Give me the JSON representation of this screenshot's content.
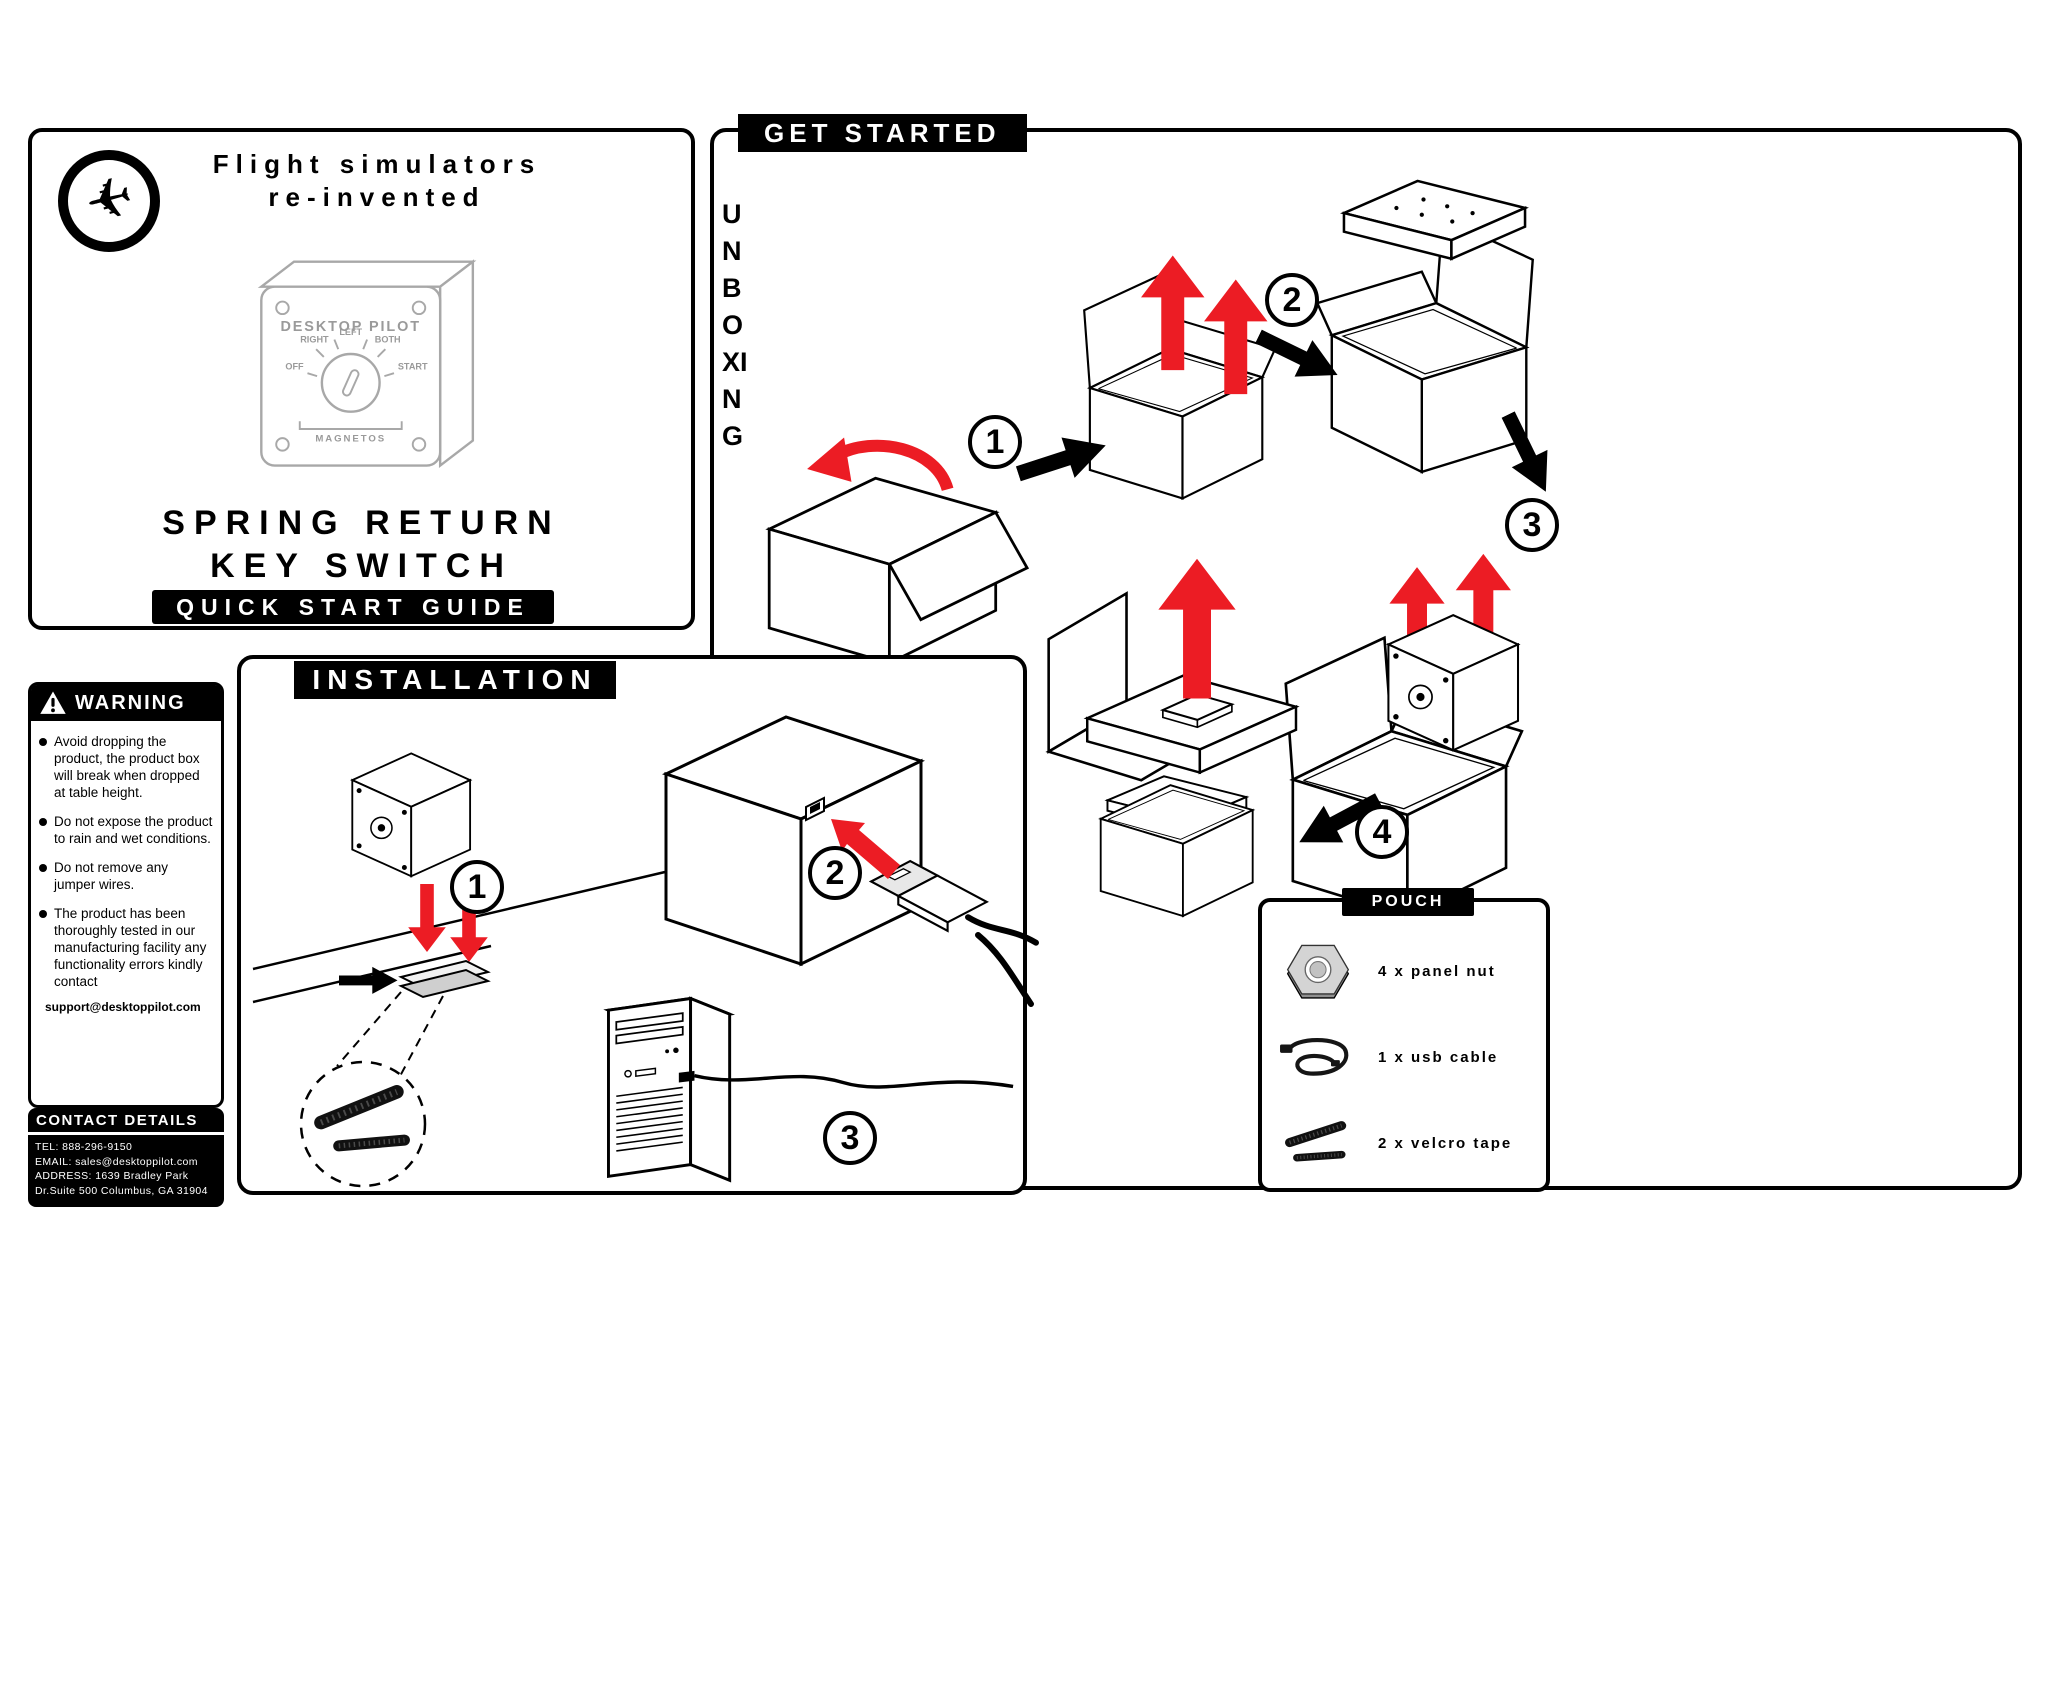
{
  "brand": {
    "logo_glyph": "✈",
    "tagline_line1": "Flight simulators",
    "tagline_line2": "re-invented"
  },
  "product": {
    "name_line1": "SPRING RETURN",
    "name_line2": "KEY SWITCH",
    "guide_label": "QUICK START GUIDE",
    "panel": {
      "brand_text": "DESKTOP PILOT",
      "dial_labels": [
        "OFF",
        "RIGHT",
        "LEFT",
        "BOTH",
        "START"
      ],
      "dial_caption": "MAGNETOS"
    }
  },
  "get_started": {
    "title": "GET STARTED",
    "section_label": "UNBOXING",
    "steps": [
      "1",
      "2",
      "3",
      "4"
    ]
  },
  "installation": {
    "title": "INSTALLATION",
    "steps": [
      "1",
      "2",
      "3"
    ]
  },
  "warning": {
    "title": "WARNING",
    "items": [
      "Avoid dropping the product, the product box will break when dropped at table height.",
      "Do not expose the product to rain and wet conditions.",
      "Do not remove any jumper wires.",
      "The product has been thoroughly tested in our manufacturing facility any functionality errors kindly contact"
    ],
    "support_email": "support@desktoppilot.com"
  },
  "contact": {
    "title": "CONTACT DETAILS",
    "tel": "TEL: 888-296-9150",
    "email": "EMAIL: sales@desktoppilot.com",
    "address_line1": "ADDRESS: 1639 Bradley Park",
    "address_line2": "Dr.Suite 500 Columbus, GA 31904"
  },
  "pouch": {
    "title": "POUCH",
    "items": [
      {
        "icon": "panel-nut-icon",
        "label": "4 x panel nut"
      },
      {
        "icon": "usb-cable-icon",
        "label": "1 x usb cable"
      },
      {
        "icon": "velcro-tape-icon",
        "label": "2 x velcro tape"
      }
    ]
  },
  "colors": {
    "accent_red": "#EC1C24",
    "ink": "#000000",
    "paper": "#FFFFFF",
    "product_art_gray": "#A3A3A3"
  }
}
